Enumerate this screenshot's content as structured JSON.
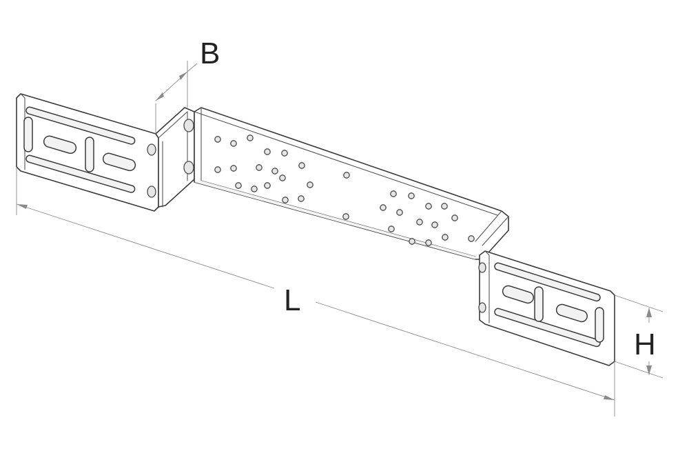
{
  "labels": {
    "length": "L",
    "width": "B",
    "height": "H"
  }
}
